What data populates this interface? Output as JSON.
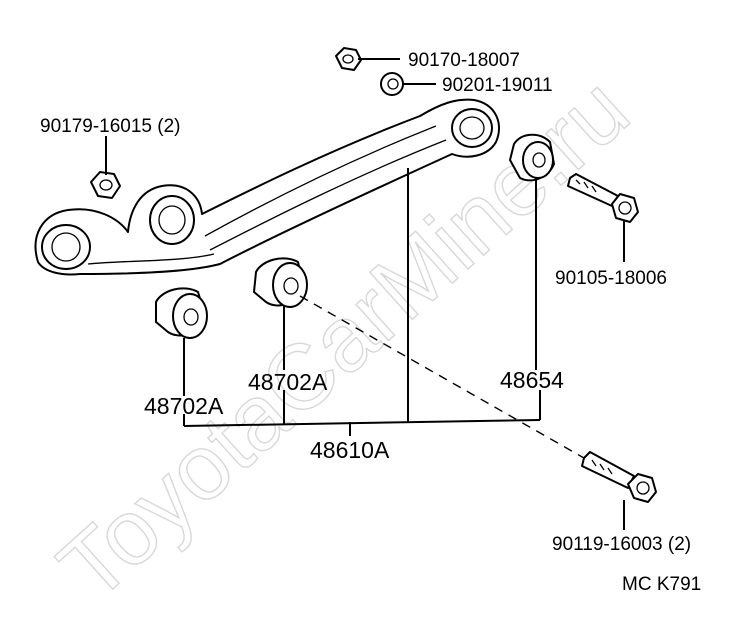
{
  "watermark": "ToyotaCarMine.ru",
  "diagram_code": "MC K791",
  "parts": {
    "nut": "90170-18007",
    "washer": "90201-19011",
    "left_nut": "90179-16015 (2)",
    "rear_bolt": "90105-18006",
    "front_bolt": "90119-16003 (2)",
    "bushing_left": "48702A",
    "bushing_mid": "48702A",
    "bushing_right": "48654",
    "arm_assembly": "48610A"
  }
}
